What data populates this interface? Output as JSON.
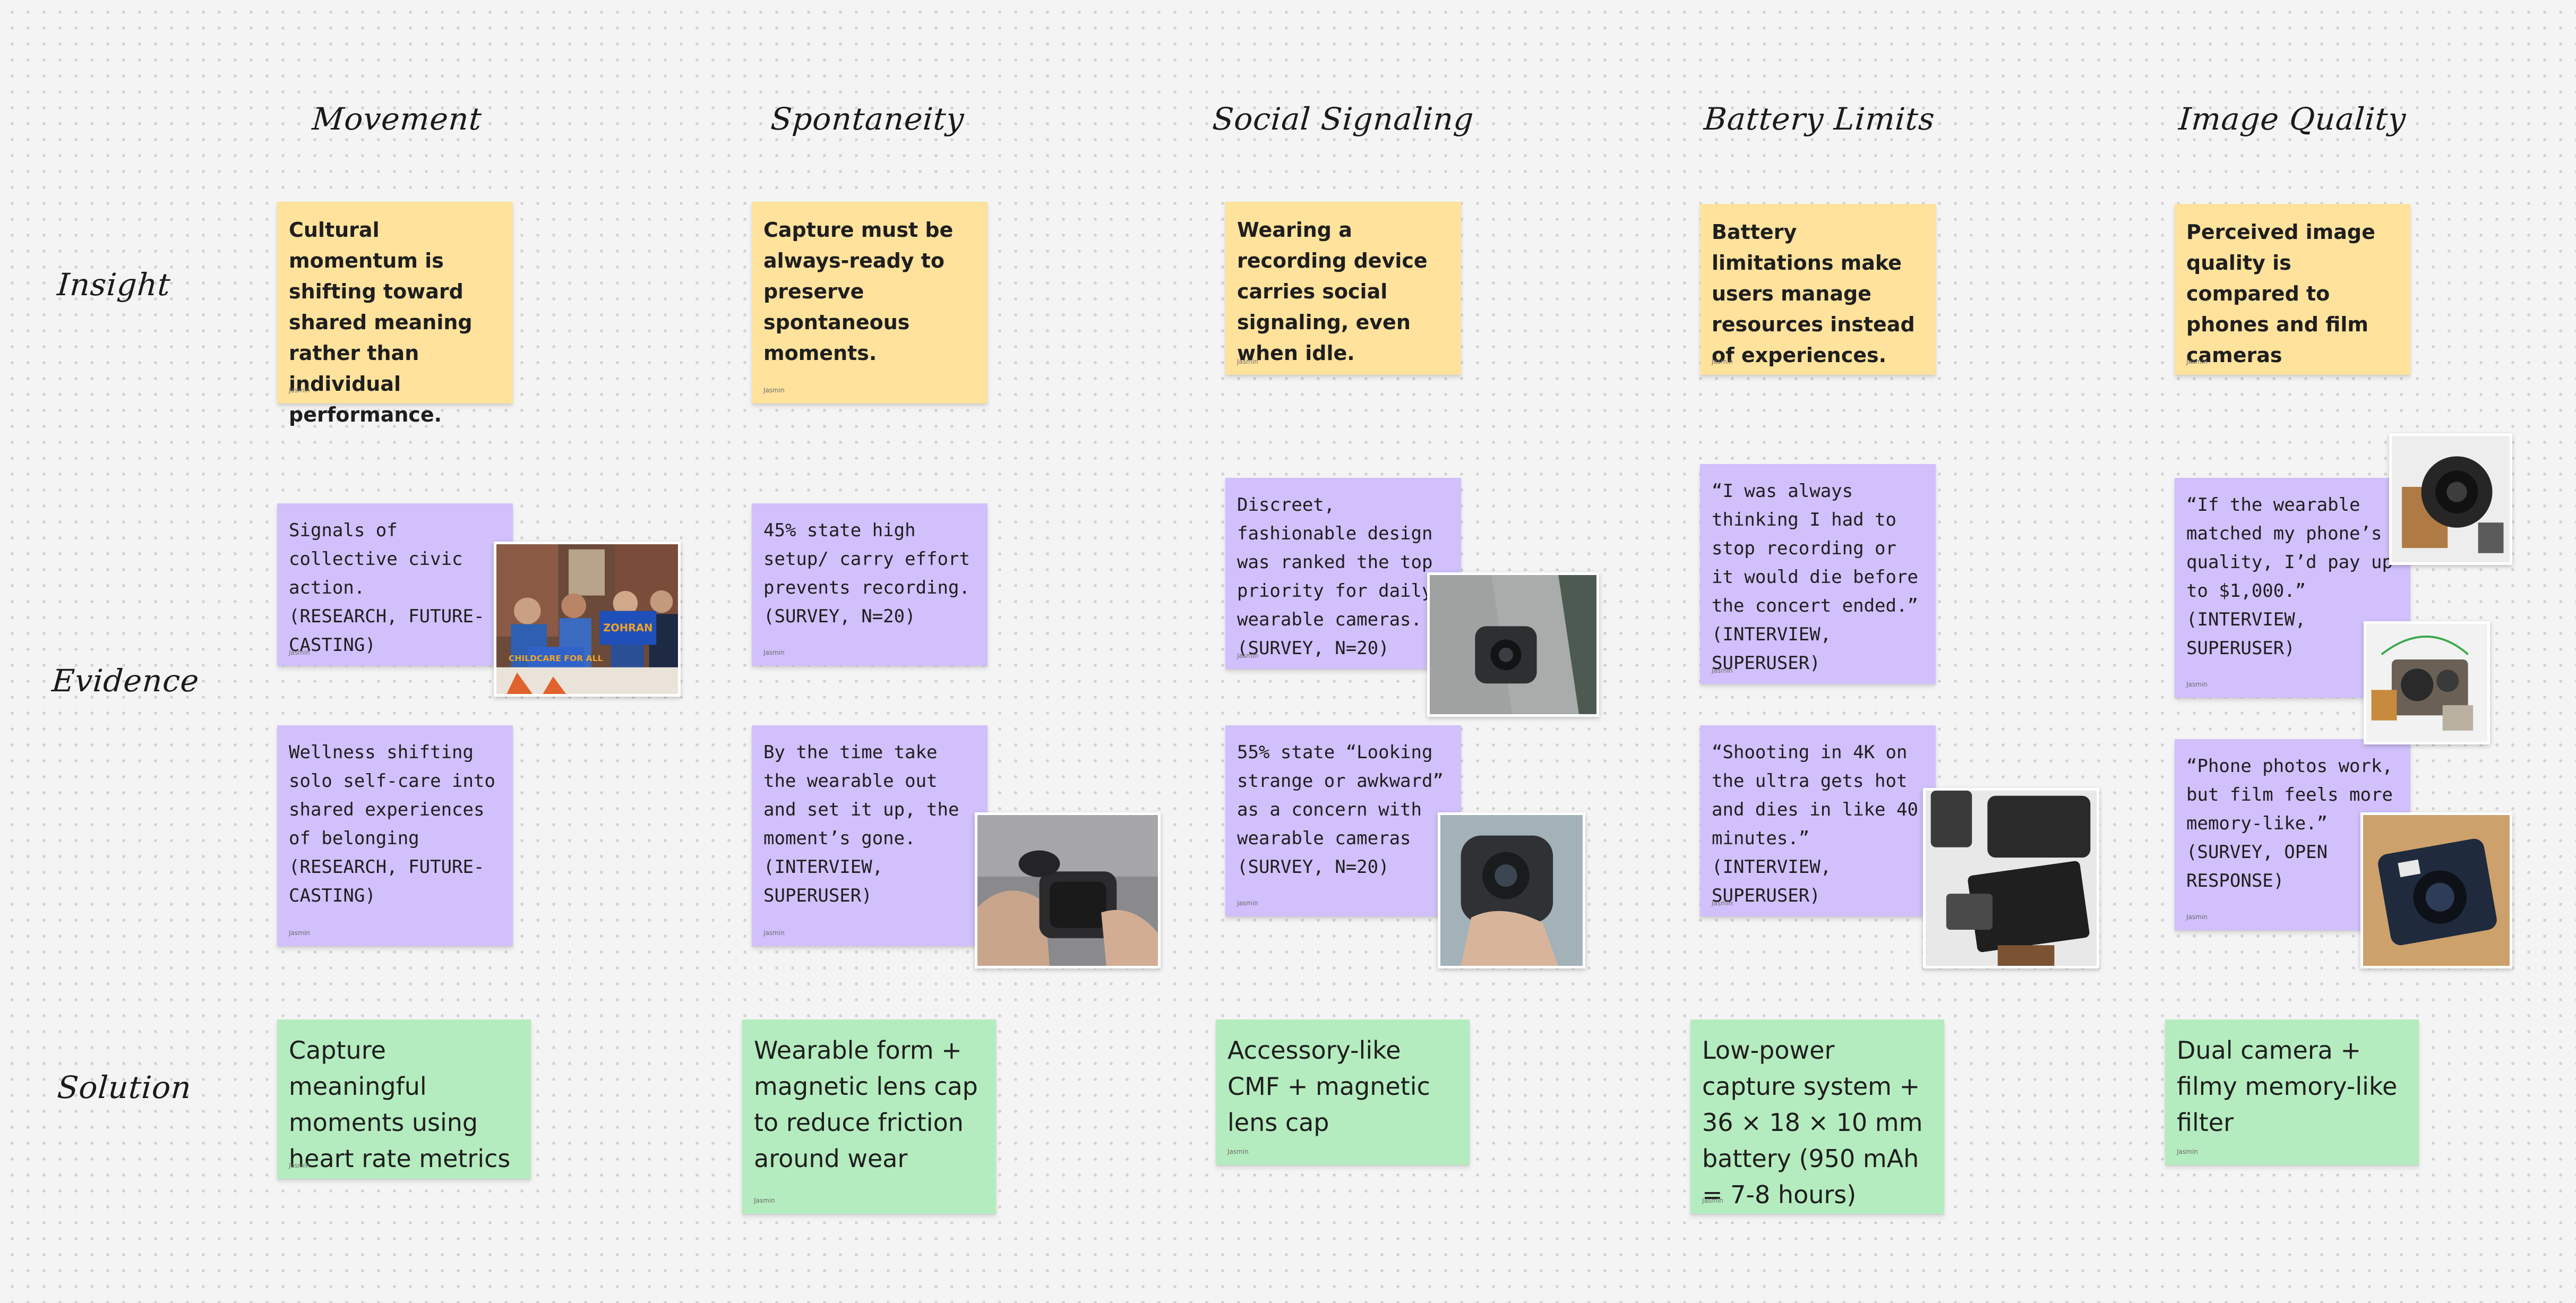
{
  "columns": [
    "Movement",
    "Spontaneity",
    "Social Signaling",
    "Battery Limits",
    "Image Quality"
  ],
  "rows": [
    "Insight",
    "Evidence",
    "Solution"
  ],
  "author": "Jasmin",
  "colors": {
    "insight": "#ffe29c",
    "evidence": "#d1c0fb",
    "solution": "#b5ecbf",
    "background": "#f4f4f4"
  },
  "insights": [
    "Cultural momentum is shifting toward shared meaning rather than individual performance.",
    "Capture must be always-ready to preserve spontaneous moments.",
    "Wearing a recording device carries social signaling, even when idle.",
    "Battery limitations make users manage resources instead of experiences.",
    "Perceived image quality is compared to phones and film cameras"
  ],
  "evidence": [
    [
      "Signals of collective civic action.\n(RESEARCH, FUTURE-CASTING)",
      "Wellness shifting solo self-care into shared experiences of belonging\n(RESEARCH, FUTURE-CASTING)"
    ],
    [
      "45% state high setup/ carry effort prevents recording.\n(SURVEY, N=20)",
      "By the time take the wearable out and set it up, the moment’s gone.\n(INTERVIEW, SUPERUSER)"
    ],
    [
      "Discreet, fashionable design was ranked the top priority for daily wearable cameras.\n(SURVEY, N=20)",
      "55% state “Looking strange or awkward” as a concern with wearable cameras\n(SURVEY, N=20)"
    ],
    [
      "“I was always thinking I had to stop recording or it would die before the concert ended.”\n(INTERVIEW, SUPERUSER)",
      "“Shooting in 4K on the ultra gets hot and dies in like 40 minutes.”\n(INTERVIEW, SUPERUSER)"
    ],
    [
      "“If the wearable matched my phone’s quality, I’d pay up to $1,000.”\n(INTERVIEW, SUPERUSER)",
      "“Phone photos work, but film feels more memory-like.”\n(SURVEY, OPEN RESPONSE)"
    ]
  ],
  "solutions": [
    "Capture meaningful moments using heart rate metrics",
    "Wearable form + magnetic lens cap to reduce friction around wear",
    "Accessory-like CMF + magnetic lens cap",
    "Low-power capture system + 36 × 18 × 10 mm battery (950 mAh = 7-8 hours)",
    "Dual camera + filmy memory-like filter"
  ],
  "photos": [
    {
      "name": "photo-rally",
      "sign_1": "CHILDCARE FOR ALL",
      "sign_2": "ZOHRAN"
    },
    {
      "name": "photo-camera-case"
    },
    {
      "name": "photo-clip-camera"
    },
    {
      "name": "photo-handheld-camera"
    },
    {
      "name": "photo-battery-devices"
    },
    {
      "name": "photo-camera-module"
    },
    {
      "name": "photo-camera-parts"
    },
    {
      "name": "photo-instant-camera"
    }
  ]
}
